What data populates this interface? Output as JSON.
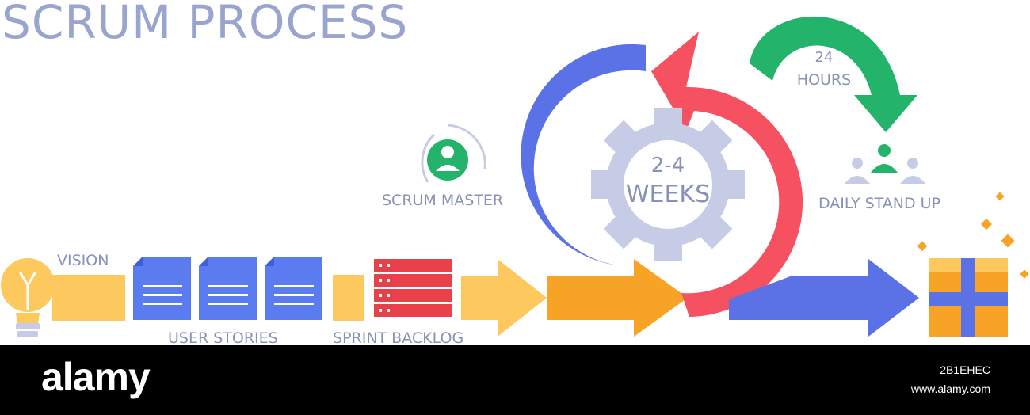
{
  "title": "SCRUM PROCESS",
  "labels": {
    "vision": "VISION",
    "user_stories": "USER STORIES",
    "sprint_backlog": "SPRINT BACKLOG",
    "scrum_master": "SCRUM MASTER",
    "daily_stand_up": "DAILY STAND UP",
    "sprint_length_line1": "2-4",
    "sprint_length_line2": "WEEKS",
    "standup_interval_line1": "24",
    "standup_interval_line2": "HOURS"
  },
  "watermark": {
    "brand": "alamy",
    "stock_id": "2B1EHEC",
    "url": "www.alamy.com"
  },
  "colors": {
    "title": "#9aa5cf",
    "label": "#8891b6",
    "yellow": "#fdc85e",
    "orange": "#f7a325",
    "blue": "#5b72e6",
    "doc_blue": "#5b7cf0",
    "red": "#f55160",
    "green": "#23b36b",
    "gear": "#c7cce6",
    "backlog_red": "#e8414a"
  },
  "icons": [
    "lightbulb-icon",
    "document-icon",
    "backlog-list-icon",
    "gear-icon",
    "user-icon",
    "team-icon",
    "gift-box-icon",
    "cycle-arrow-icon",
    "arrow-right-icon"
  ]
}
